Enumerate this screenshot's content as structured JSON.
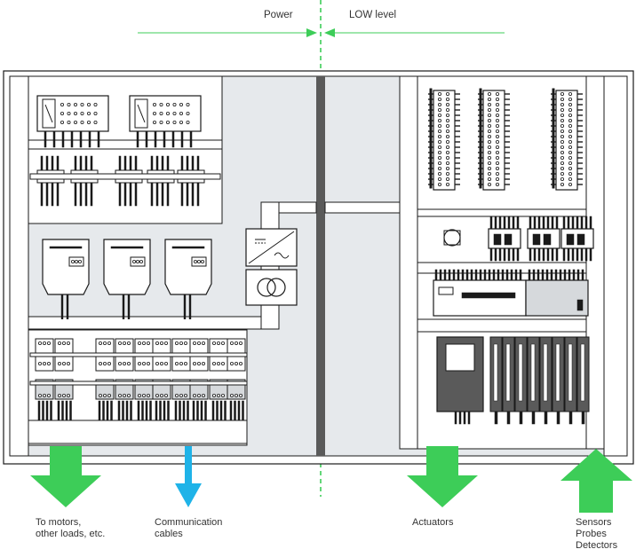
{
  "header": {
    "power_label": "Power",
    "low_level_label": "LOW level"
  },
  "flows": {
    "motors_label": [
      "To motors,",
      "other loads, etc."
    ],
    "communication_label": [
      "Communication",
      "cables"
    ],
    "actuators_label": [
      "Actuators"
    ],
    "sensors_label": [
      "Sensors",
      "Probes",
      "Detectors"
    ]
  },
  "colors": {
    "accent_green": "#3dcd58",
    "arrow_blue": "#1fb3e8",
    "panel_fill": "#e6e9ec",
    "outline": "#1a1a1a",
    "separator": "#5a5a5a"
  },
  "icons": {
    "converter": "ac-dc-converter-icon",
    "transformer": "transformer-icon"
  }
}
